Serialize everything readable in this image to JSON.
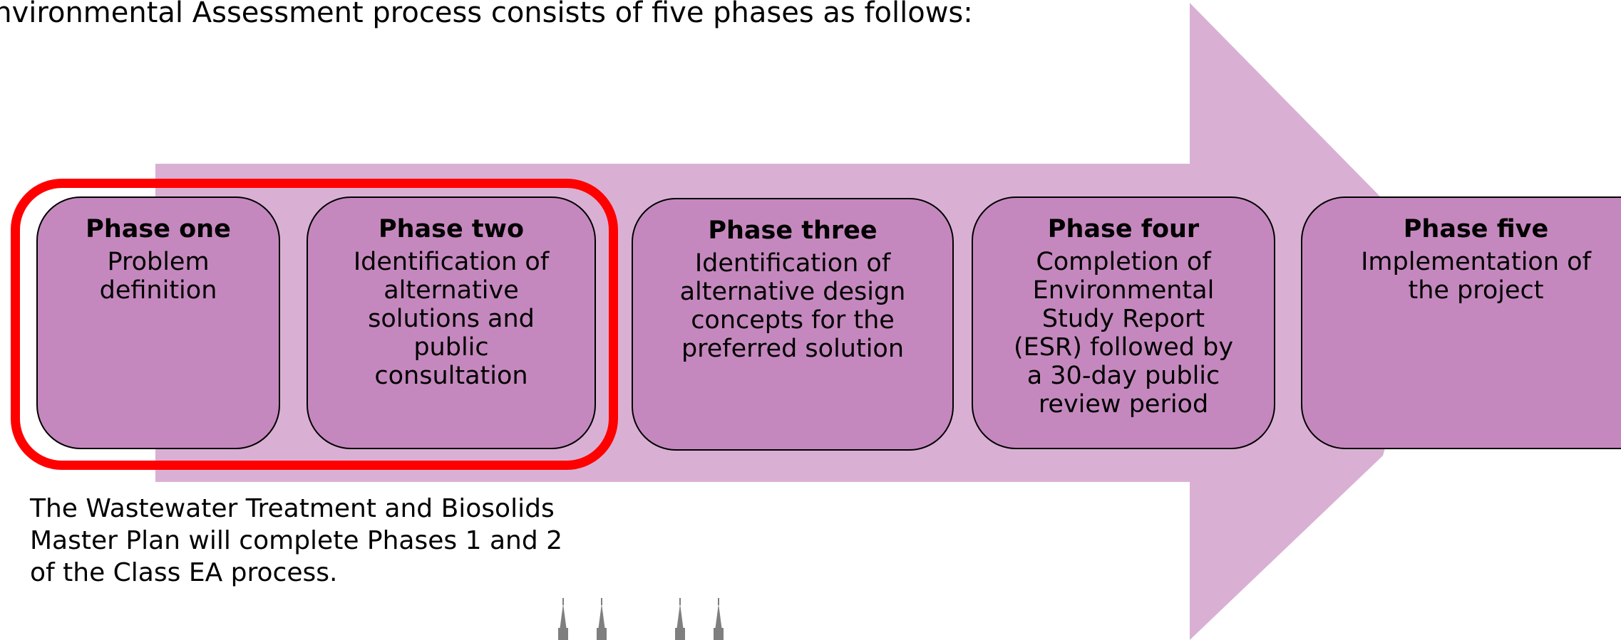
{
  "intro": {
    "text": "Environmental Assessment process consists of five phases as follows:"
  },
  "phases": [
    {
      "title": "Phase one",
      "lines": [
        "Problem",
        "definition"
      ]
    },
    {
      "title": "Phase two",
      "lines": [
        "Identification of",
        "alternative",
        "solutions and",
        "public",
        "consultation"
      ]
    },
    {
      "title": "Phase three",
      "lines": [
        "Identification of",
        "alternative design",
        "concepts for the",
        "preferred solution"
      ]
    },
    {
      "title": "Phase four",
      "lines": [
        "Completion of",
        "Environmental",
        "Study Report",
        "(ESR) followed by",
        "a 30-day public",
        "review period"
      ]
    },
    {
      "title": "Phase five",
      "lines": [
        "Implementation of",
        "the project"
      ]
    }
  ],
  "note": {
    "lines": [
      "The Wastewater Treatment and Biosolids",
      "Master Plan will complete Phases 1 and 2",
      "of the Class EA process."
    ]
  },
  "colors": {
    "arrow": "#d9b0d4",
    "phase_box": "#c588be",
    "highlight": "#ff0000"
  },
  "icons": {
    "footer": "building-spires-icon"
  }
}
